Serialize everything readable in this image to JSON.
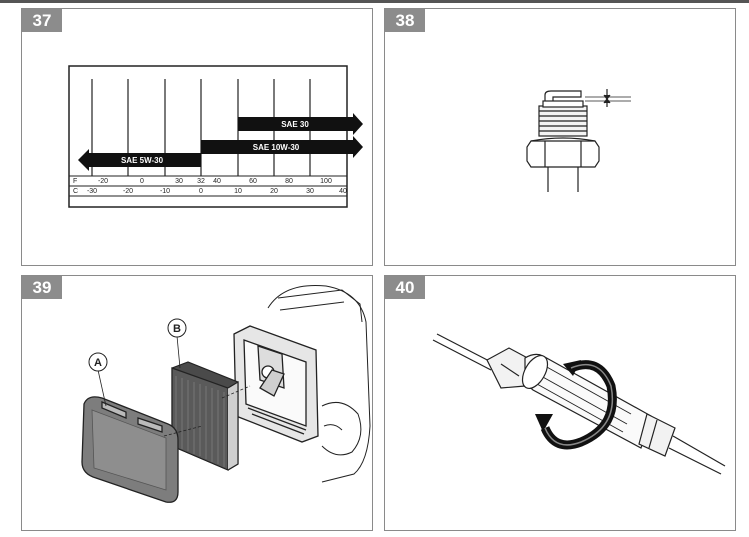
{
  "panels": [
    {
      "number": "37"
    },
    {
      "number": "38"
    },
    {
      "number": "39"
    },
    {
      "number": "40"
    }
  ],
  "oil_chart": {
    "arrows": {
      "sae30": "SAE 30",
      "sae10w30": "SAE 10W-30",
      "sae5w30": "SAE 5W-30"
    },
    "f_label": "F",
    "c_label": "C",
    "f_ticks": [
      "-20",
      "0",
      "30",
      "32",
      "40",
      "60",
      "80",
      "100"
    ],
    "c_ticks": [
      "-30",
      "-20",
      "-10",
      "0",
      "10",
      "20",
      "30",
      "40"
    ]
  },
  "air_filter": {
    "callout_a": "A",
    "callout_b": "B"
  }
}
